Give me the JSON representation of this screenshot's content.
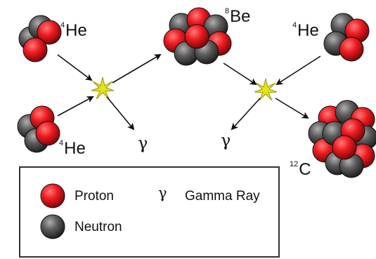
{
  "nuclei": {
    "he4_top_left": {
      "mass": "4",
      "symbol": "He",
      "protons": 2,
      "neutrons": 2
    },
    "he4_bottom_left": {
      "mass": "4",
      "symbol": "He",
      "protons": 2,
      "neutrons": 2
    },
    "be8": {
      "mass": "8",
      "symbol": "Be",
      "protons": 4,
      "neutrons": 4
    },
    "he4_right": {
      "mass": "4",
      "symbol": "He",
      "protons": 2,
      "neutrons": 2
    },
    "c12": {
      "mass": "12",
      "symbol": "C",
      "protons": 6,
      "neutrons": 6
    }
  },
  "gamma_symbol": "γ",
  "legend": {
    "proton_label": "Proton",
    "neutron_label": "Neutron",
    "gamma_symbol": "γ",
    "gamma_label": "Gamma Ray"
  },
  "colors": {
    "proton": "#e8141b",
    "neutron": "#555555",
    "reaction_star": "#d6d418",
    "arrow": "#111111",
    "legend_border": "#333333"
  }
}
